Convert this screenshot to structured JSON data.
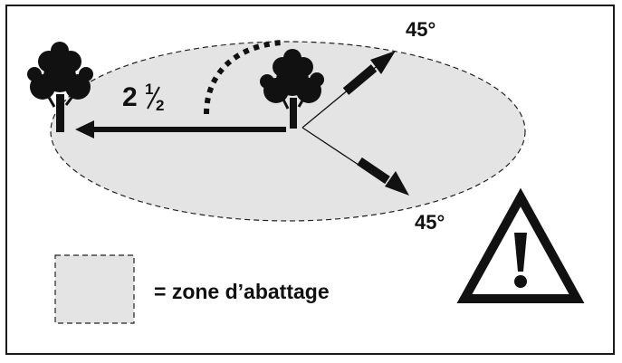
{
  "diagram": {
    "distance_label": {
      "whole": "2",
      "numerator": "1",
      "denominator": "2"
    },
    "angle_top_label": "45°",
    "angle_bottom_label": "45°",
    "legend_label": "= zone d’abattage"
  },
  "colors": {
    "zone_fill": "#e4e4e4",
    "ink": "#111111",
    "outline": "#1a1a1a"
  }
}
